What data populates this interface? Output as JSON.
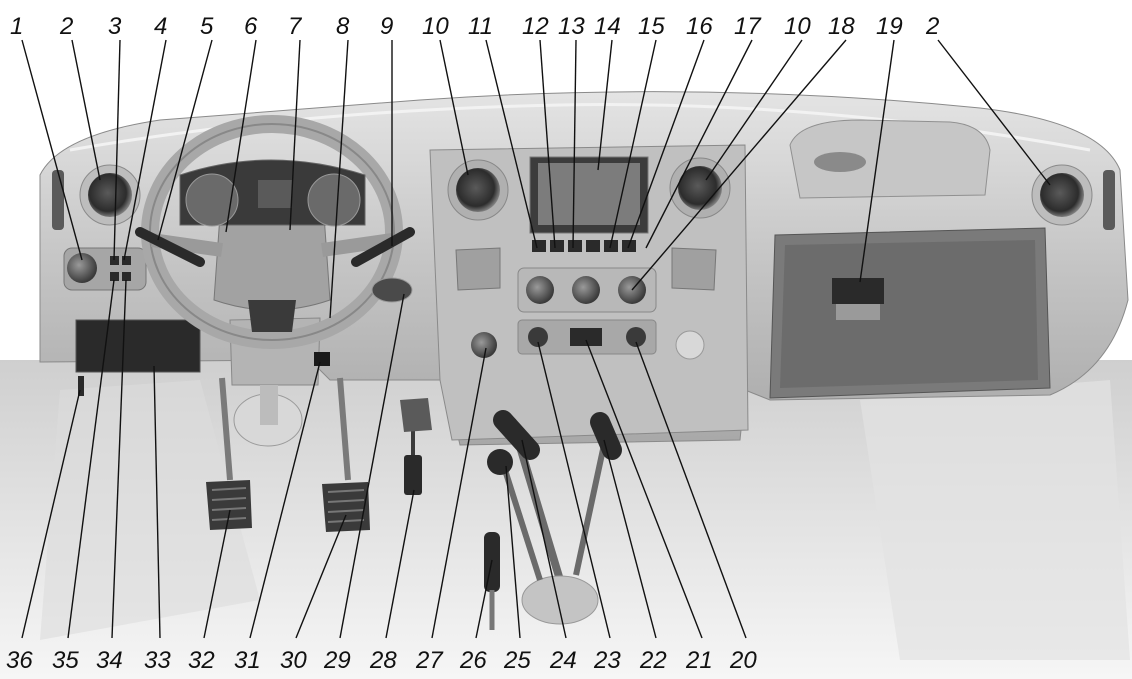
{
  "top_labels": [
    "1",
    "2",
    "3",
    "4",
    "5",
    "6",
    "7",
    "8",
    "9",
    "10",
    "11",
    "12",
    "13",
    "14",
    "15",
    "16",
    "17",
    "10",
    "18",
    "19",
    "2"
  ],
  "bottom_labels": [
    "36",
    "35",
    "34",
    "33",
    "32",
    "31",
    "30",
    "29",
    "28",
    "27",
    "26",
    "25",
    "24",
    "23",
    "22",
    "21",
    "20"
  ],
  "colors": {
    "background": "#ffffff",
    "dash_light": "#d2d2d2",
    "dash_mid": "#b4b4b4",
    "dash_dark": "#6a6a6a",
    "black_parts": "#2a2a2a",
    "leader": "#111111"
  }
}
